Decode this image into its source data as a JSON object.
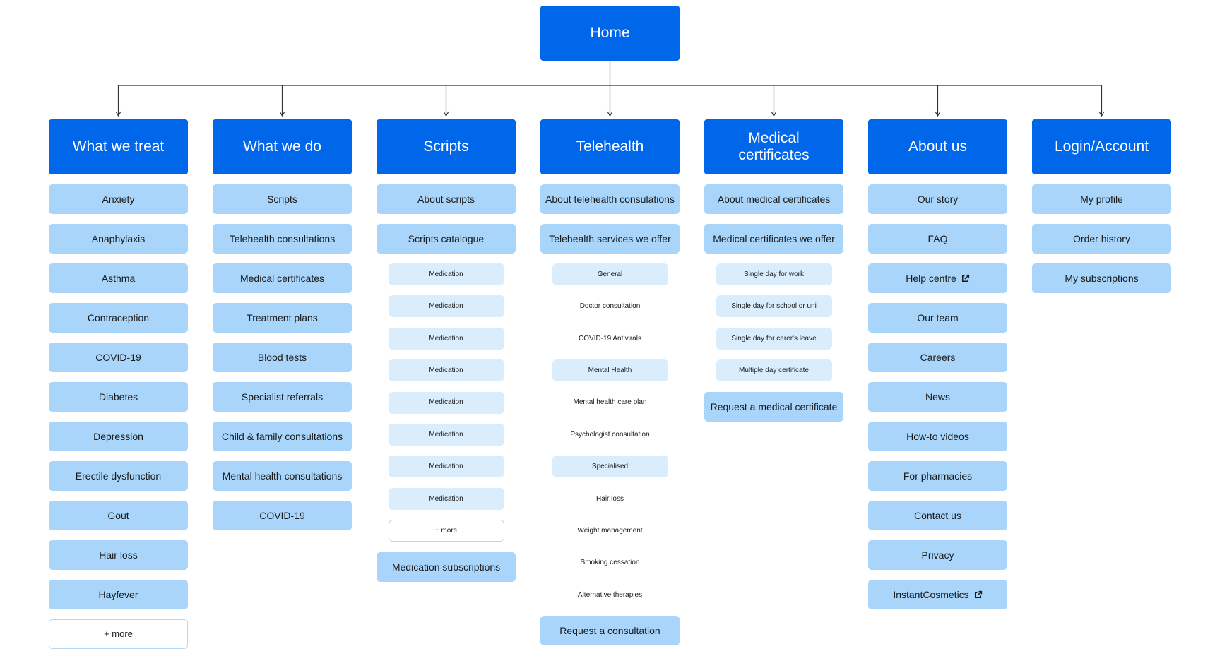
{
  "root": {
    "label": "Home"
  },
  "columns": [
    {
      "key": "what-we-treat",
      "title": "What we treat",
      "items": [
        {
          "label": "Anxiety",
          "style": "item"
        },
        {
          "label": "Anaphylaxis",
          "style": "item"
        },
        {
          "label": "Asthma",
          "style": "item"
        },
        {
          "label": "Contraception",
          "style": "item"
        },
        {
          "label": "COVID-19",
          "style": "item"
        },
        {
          "label": "Diabetes",
          "style": "item"
        },
        {
          "label": "Depression",
          "style": "item"
        },
        {
          "label": "Erectile dysfunction",
          "style": "item"
        },
        {
          "label": "Gout",
          "style": "item"
        },
        {
          "label": "Hair loss",
          "style": "item"
        },
        {
          "label": "Hayfever",
          "style": "item"
        },
        {
          "label": "+ more",
          "style": "more"
        }
      ]
    },
    {
      "key": "what-we-do",
      "title": "What we do",
      "items": [
        {
          "label": "Scripts",
          "style": "item"
        },
        {
          "label": "Telehealth consultations",
          "style": "item"
        },
        {
          "label": "Medical certificates",
          "style": "item"
        },
        {
          "label": "Treatment plans",
          "style": "item"
        },
        {
          "label": "Blood tests",
          "style": "item"
        },
        {
          "label": "Specialist referrals",
          "style": "item"
        },
        {
          "label": "Child & family consultations",
          "style": "item"
        },
        {
          "label": "Mental health consultations",
          "style": "item"
        },
        {
          "label": "COVID-19",
          "style": "item"
        }
      ]
    },
    {
      "key": "scripts",
      "title": "Scripts",
      "items": [
        {
          "label": "About scripts",
          "style": "item"
        },
        {
          "label": "Scripts catalogue",
          "style": "item"
        },
        {
          "label": "Medication",
          "style": "sub"
        },
        {
          "label": "Medication",
          "style": "sub"
        },
        {
          "label": "Medication",
          "style": "sub"
        },
        {
          "label": "Medication",
          "style": "sub"
        },
        {
          "label": "Medication",
          "style": "sub"
        },
        {
          "label": "Medication",
          "style": "sub"
        },
        {
          "label": "Medication",
          "style": "sub"
        },
        {
          "label": "Medication",
          "style": "sub"
        },
        {
          "label": "+ more",
          "style": "more-small"
        },
        {
          "label": "Medication subscriptions",
          "style": "item"
        }
      ]
    },
    {
      "key": "telehealth",
      "title": "Telehealth",
      "items": [
        {
          "label": "About telehealth consulations",
          "style": "item"
        },
        {
          "label": "Telehealth services we offer",
          "style": "item"
        },
        {
          "label": "General",
          "style": "sub"
        },
        {
          "label": "Doctor consultation",
          "style": "plain"
        },
        {
          "label": "COVID-19 Antivirals",
          "style": "plain"
        },
        {
          "label": "Mental Health",
          "style": "sub"
        },
        {
          "label": "Mental health care plan",
          "style": "plain"
        },
        {
          "label": "Psychologist consultation",
          "style": "plain"
        },
        {
          "label": "Specialised",
          "style": "sub"
        },
        {
          "label": "Hair loss",
          "style": "plain"
        },
        {
          "label": "Weight management",
          "style": "plain"
        },
        {
          "label": "Smoking cessation",
          "style": "plain"
        },
        {
          "label": "Alternative therapies",
          "style": "plain"
        },
        {
          "label": "Request a consultation",
          "style": "item"
        }
      ]
    },
    {
      "key": "medical-certificates",
      "title": "Medical certificates",
      "items": [
        {
          "label": "About medical certificates",
          "style": "item"
        },
        {
          "label": "Medical certificates we offer",
          "style": "item"
        },
        {
          "label": "Single day for work",
          "style": "sub"
        },
        {
          "label": "Single day for school or uni",
          "style": "sub"
        },
        {
          "label": "Single day for carer's leave",
          "style": "sub"
        },
        {
          "label": "Multiple day certificate",
          "style": "sub"
        },
        {
          "label": "Request a medical certificate",
          "style": "item"
        }
      ]
    },
    {
      "key": "about-us",
      "title": "About us",
      "items": [
        {
          "label": "Our story",
          "style": "item"
        },
        {
          "label": "FAQ",
          "style": "item"
        },
        {
          "label": "Help centre",
          "style": "item",
          "icon": "external-link-icon"
        },
        {
          "label": "Our team",
          "style": "item"
        },
        {
          "label": "Careers",
          "style": "item"
        },
        {
          "label": "News",
          "style": "item"
        },
        {
          "label": "How-to videos",
          "style": "item"
        },
        {
          "label": "For pharmacies",
          "style": "item"
        },
        {
          "label": "Contact us",
          "style": "item"
        },
        {
          "label": "Privacy",
          "style": "item"
        },
        {
          "label": "InstantCosmetics",
          "style": "item",
          "icon": "external-link-icon"
        }
      ]
    },
    {
      "key": "login-account",
      "title": "Login/Account",
      "items": [
        {
          "label": "My profile",
          "style": "item"
        },
        {
          "label": "Order history",
          "style": "item"
        },
        {
          "label": "My subscriptions",
          "style": "item"
        }
      ]
    }
  ],
  "colors": {
    "primary": "#0066ea",
    "item": "#a9d5fb",
    "subitem": "#d9edfd",
    "more_border": "#b3d9f7",
    "connector": "#333333"
  }
}
